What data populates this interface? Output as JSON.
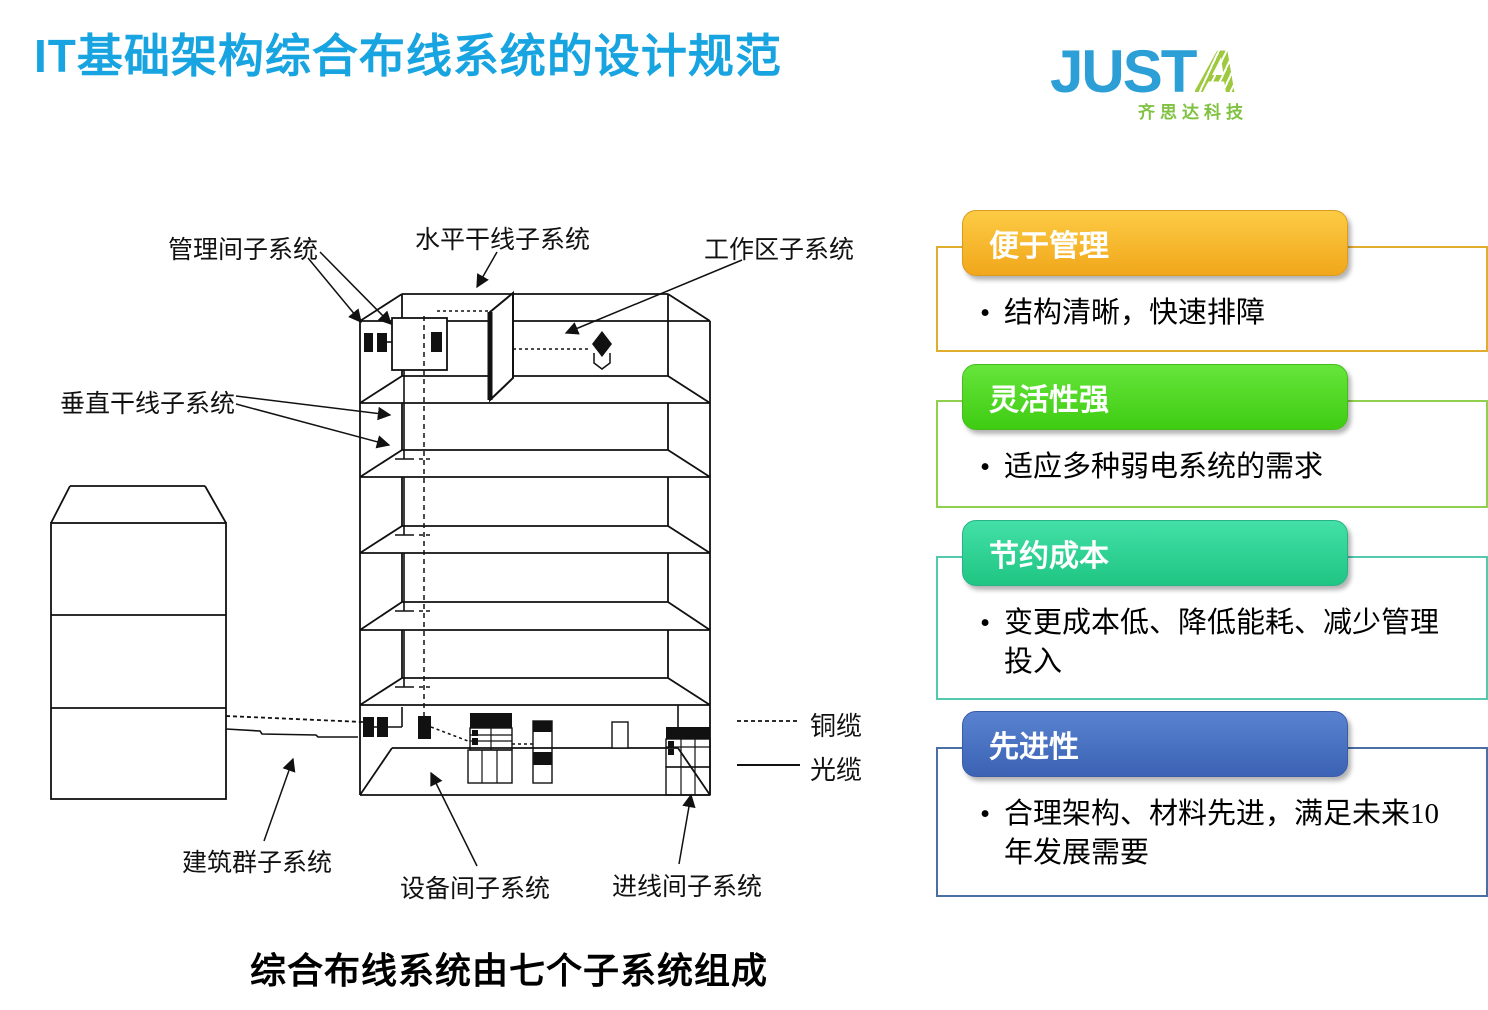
{
  "title": "IT基础架构综合布线系统的设计规范",
  "title_color": "#18A4E0",
  "logo": {
    "word_blue": "JUST",
    "word_green": "A",
    "subtitle": "齐思达科技",
    "blue": "#2B9FD6",
    "green": "#9DC93C"
  },
  "diagram": {
    "labels": {
      "management": "管理间子系统",
      "horizontal": "水平干线子系统",
      "work_area": "工作区子系统",
      "vertical": "垂直干线子系统",
      "campus": "建筑群子系统",
      "equipment": "设备间子系统",
      "entrance": "进线间子系统"
    },
    "legend": {
      "copper": "铜缆",
      "fiber": "光缆"
    },
    "caption": "综合布线系统由七个子系统组成"
  },
  "panels": [
    {
      "title": "便于管理",
      "bullets": [
        "结构清晰，快速排障"
      ],
      "header_colors": [
        "#FCCB44",
        "#F1A71B"
      ],
      "border": "#DFAE2F"
    },
    {
      "title": "灵活性强",
      "bullets": [
        "适应多种弱电系统的需求"
      ],
      "header_colors": [
        "#66E53B",
        "#3FCC12"
      ],
      "border": "#8FD14F"
    },
    {
      "title": "节约成本",
      "bullets": [
        "变更成本低、降低能耗、减少管理投入"
      ],
      "header_colors": [
        "#43E0A7",
        "#1FC583"
      ],
      "border": "#53C9AE"
    },
    {
      "title": "先进性",
      "bullets": [
        "合理架构、材料先进，满足未来10年发展需要"
      ],
      "header_colors": [
        "#5983D0",
        "#3B62B4"
      ],
      "border": "#4A6FA5"
    }
  ]
}
